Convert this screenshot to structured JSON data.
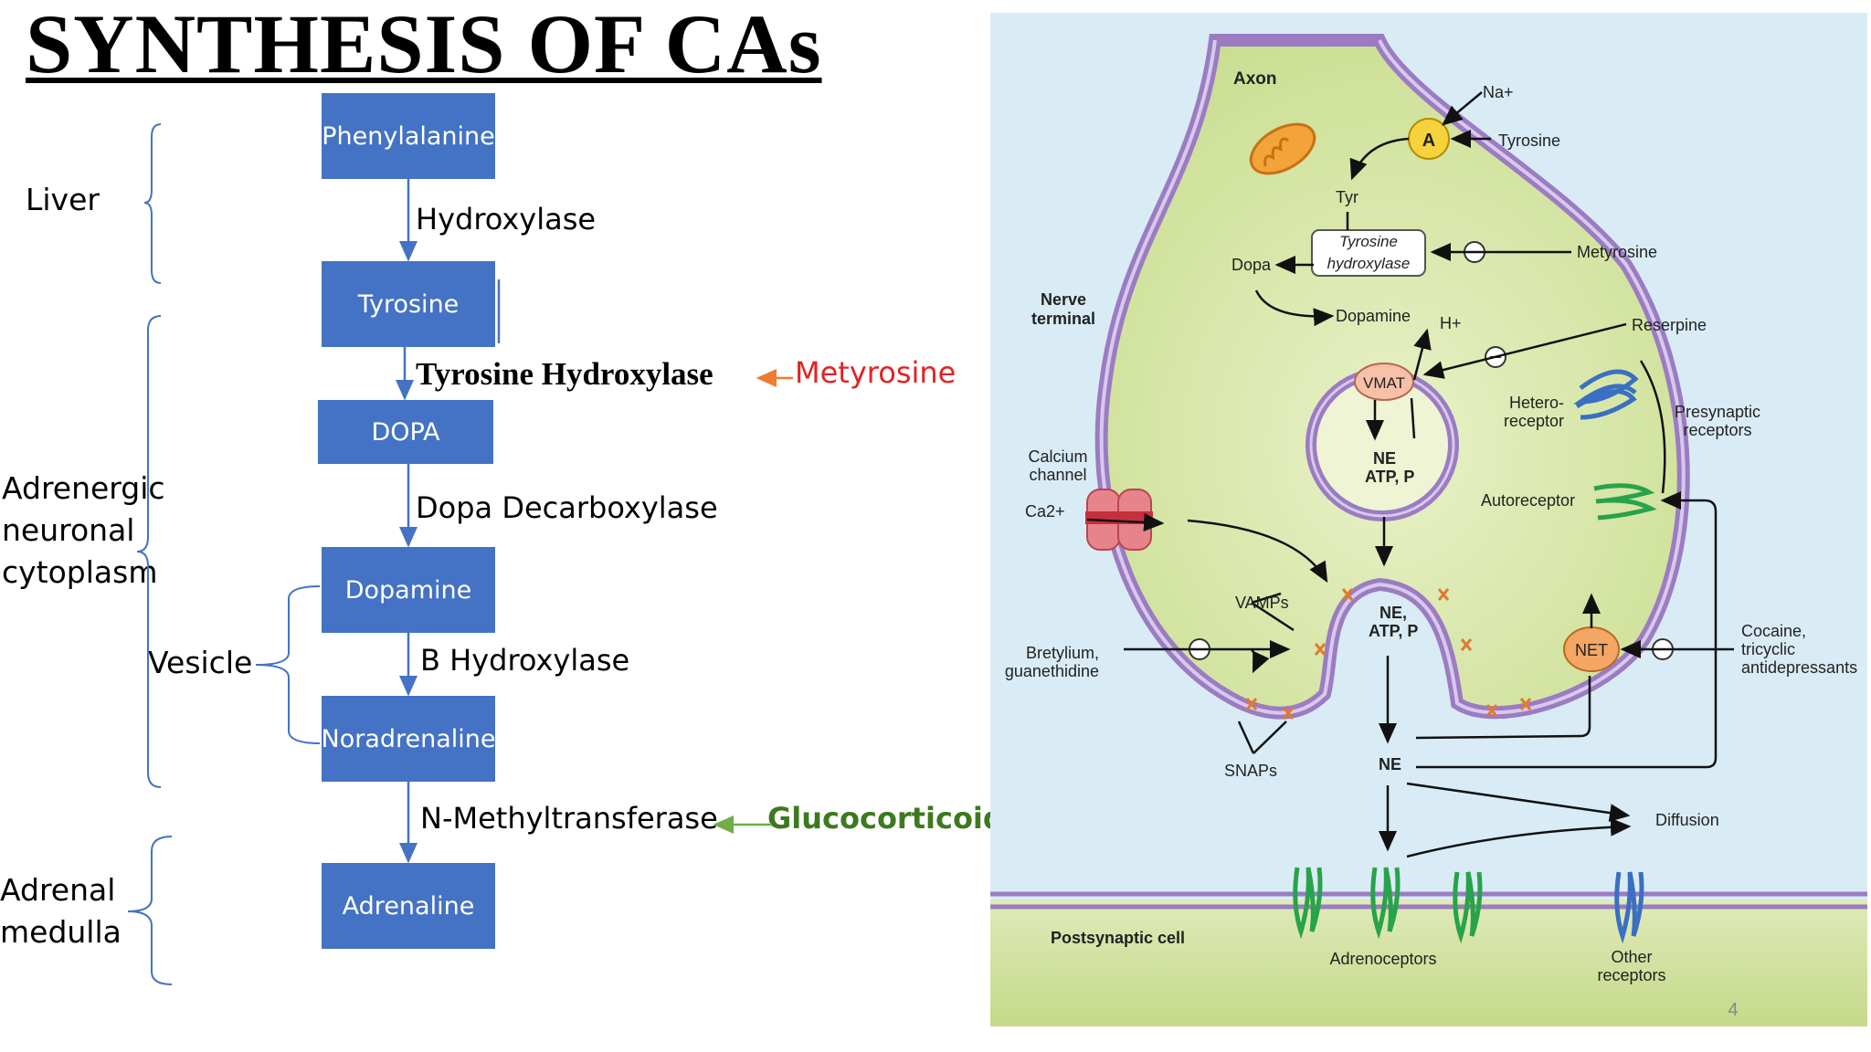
{
  "title": "SYNTHESIS OF CAs",
  "pathway": {
    "boxes": [
      "Phenylalanine",
      "Tyrosine",
      "DOPA",
      "Dopamine",
      "Noradrenaline",
      "Adrenaline"
    ],
    "enzymes": [
      "Hydroxylase",
      "Tyrosine Hydroxylase",
      "Dopa Decarboxylase",
      "B Hydroxylase",
      "N-Methyltransferase"
    ],
    "inhibitor": "Metyrosine",
    "inducer": "Glucocorticoids"
  },
  "sites": {
    "liver": "Liver",
    "adrenergic": [
      "Adrenergic",
      "neuronal",
      "cytoplasm"
    ],
    "vesicle": "Vesicle",
    "adrenal": [
      "Adrenal",
      "medulla"
    ]
  },
  "figure": {
    "axon": "Axon",
    "na": "Na+",
    "a": "A",
    "tyrosine": "Tyrosine",
    "tyr": "Tyr",
    "th1": "Tyrosine",
    "th2": "hydroxylase",
    "dopa": "Dopa",
    "metyrosine": "Metyrosine",
    "nerve1": "Nerve",
    "nerve2": "terminal",
    "dopamine": "Dopamine",
    "hplus": "H+",
    "reserpine": "Reserpine",
    "vmat": "VMAT",
    "ne": "NE",
    "atpp": "ATP, P",
    "ne_comma": "NE,",
    "hetero1": "Hetero-",
    "hetero2": "receptor",
    "presyn1": "Presynaptic",
    "presyn2": "receptors",
    "calcium1": "Calcium",
    "calcium2": "channel",
    "ca": "Ca2+",
    "autoreceptor": "Autoreceptor",
    "vamps": "VAMPs",
    "net": "NET",
    "bretylium1": "Bretylium,",
    "bretylium2": "guanethidine",
    "cocaine1": "Cocaine,",
    "cocaine2": "tricyclic",
    "cocaine3": "antidepressants",
    "snaps": "SNAPs",
    "diffusion": "Diffusion",
    "postsynaptic": "Postsynaptic cell",
    "adrenoceptors": "Adrenoceptors",
    "other1": "Other",
    "other2": "receptors",
    "page": "4"
  }
}
